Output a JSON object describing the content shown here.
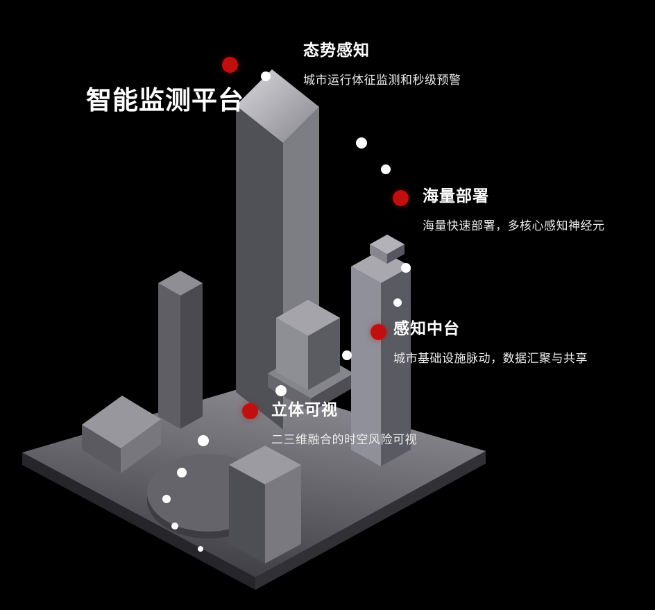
{
  "title": "智能监测平台",
  "callouts": [
    {
      "label": "态势感知",
      "description": "城市运行体征监测和秒级预警"
    },
    {
      "label": "海量部署",
      "description": "海量快速部署，多核心感知神经元"
    },
    {
      "label": "感知中台",
      "description": "城市基础设施脉动，数据汇聚与共享"
    },
    {
      "label": "立体可视",
      "description": "二三维融合的时空风险可视"
    }
  ],
  "colors": {
    "bg": "#000000",
    "text": "#ffffff",
    "desc_text": "#ededed",
    "marker_red": "#bf0f0f",
    "dot_white": "#ffffff"
  }
}
